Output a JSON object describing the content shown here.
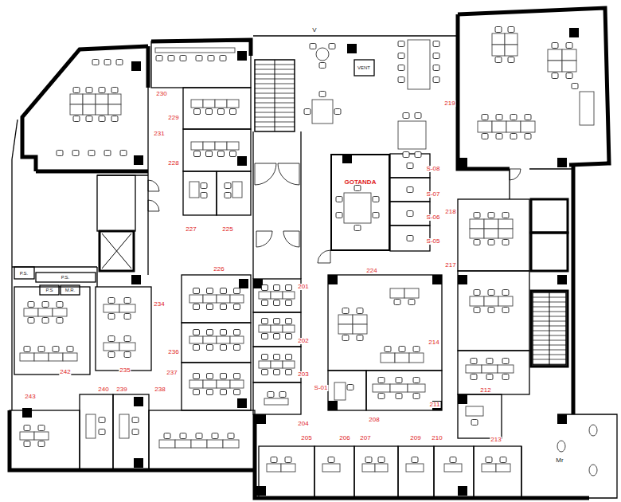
{
  "diagram": {
    "nodes": [
      {
        "text": [
          "GOTANDA"
        ]
      }
    ],
    "labels": [
      "V",
      "VENT",
      "230",
      "219",
      "231",
      "229",
      "228",
      "S-08",
      "S-07",
      "S-06",
      "218",
      "227",
      "225",
      "S-05",
      "217",
      "226",
      "224",
      "P.S.",
      "P.S.",
      "P.S",
      "M.R.",
      "201",
      "234",
      "202",
      "236",
      "214",
      "237",
      "235",
      "242",
      "203",
      "S-01",
      "243",
      "240",
      "239",
      "238",
      "212",
      "211",
      "208",
      "204",
      "205",
      "206",
      "207",
      "209",
      "210",
      "213",
      "Mr"
    ]
  }
}
